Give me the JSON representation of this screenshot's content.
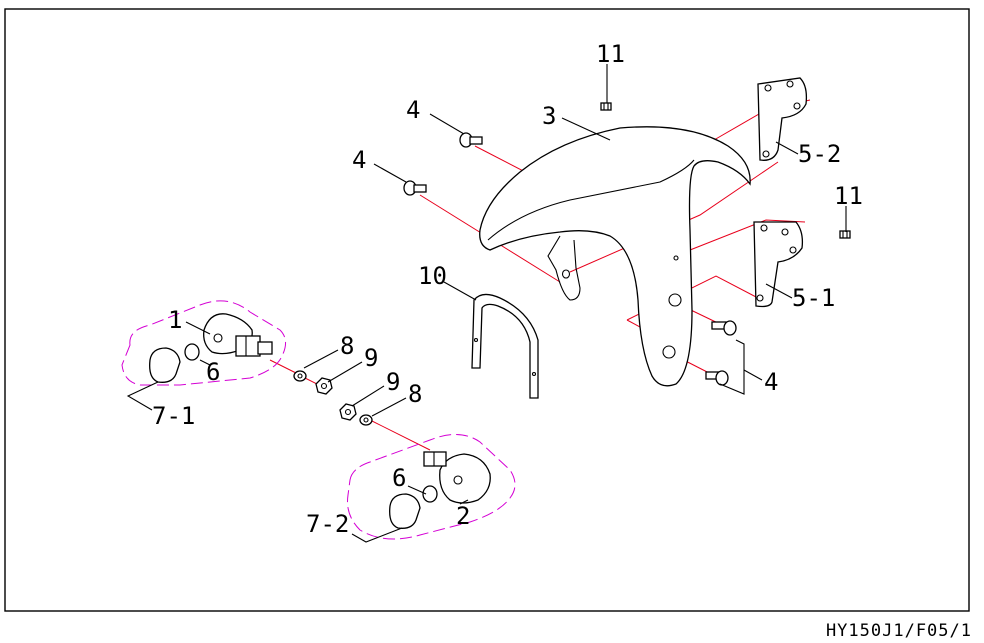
{
  "drawing_code": "HY150J1/F05/1",
  "callouts": {
    "c1": "1",
    "c2": "2",
    "c3": "3",
    "c4a": "4",
    "c4b": "4",
    "c4c": "4",
    "c5_1": "5-1",
    "c5_2": "5-2",
    "c6a": "6",
    "c6b": "6",
    "c7_1": "7-1",
    "c7_2": "7-2",
    "c8a": "8",
    "c8b": "8",
    "c9a": "9",
    "c9b": "9",
    "c10": "10",
    "c11a": "11",
    "c11b": "11"
  }
}
